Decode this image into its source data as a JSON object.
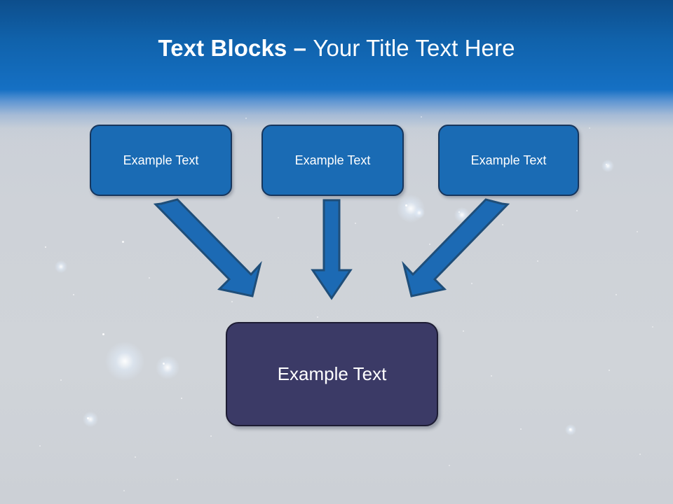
{
  "slide": {
    "title": {
      "bold_part": "Text Blocks ",
      "separator": "– ",
      "light_part": "Your Title Text Here",
      "full_text": "Text Blocks – Your Title Text Here",
      "color": "#ffffff"
    },
    "colors": {
      "header_top": "#0d4e8c",
      "header_bottom": "#1570c4",
      "background": "#ced2d8",
      "box_blue_fill": "#1a6bb4",
      "box_blue_border": "#17365d",
      "box_dark_fill": "#3b3a66",
      "box_dark_border": "#1d1c33",
      "arrow_fill": "#1c6ab4",
      "arrow_border": "#1f4e79",
      "text": "#ffffff"
    },
    "top_boxes": [
      {
        "label": "Example Text",
        "name": "text-block-1"
      },
      {
        "label": "Example Text",
        "name": "text-block-2"
      },
      {
        "label": "Example Text",
        "name": "text-block-3"
      }
    ],
    "bottom_box": {
      "label": "Example Text",
      "name": "result-block"
    },
    "arrows": [
      {
        "name": "arrow-down-right",
        "direction": "down-right"
      },
      {
        "name": "arrow-down",
        "direction": "down"
      },
      {
        "name": "arrow-down-left",
        "direction": "down-left"
      }
    ]
  }
}
